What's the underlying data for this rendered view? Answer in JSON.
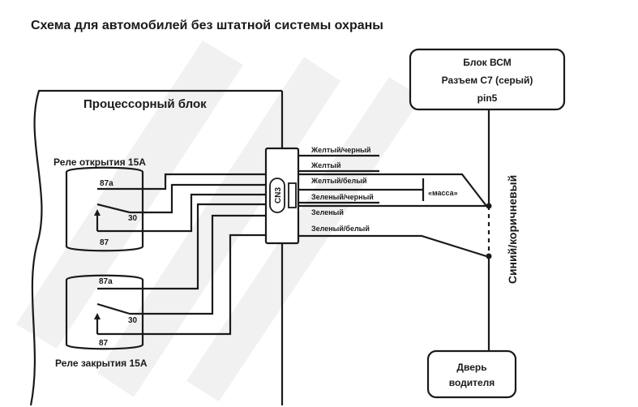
{
  "title": "Схема для автомобилей без штатной системы охраны",
  "processor_block": {
    "label": "Процессорный блок",
    "connector": "CN3"
  },
  "relay_open": {
    "label": "Реле открытия 15А",
    "pin_87a": "87а",
    "pin_30": "30",
    "pin_87": "87"
  },
  "relay_close": {
    "label": "Реле закрытия 15А",
    "pin_87a": "87а",
    "pin_30": "30",
    "pin_87": "87"
  },
  "wires": [
    "Желтый/черный",
    "Желтый",
    "Желтый/белый",
    "Зеленый/черный",
    "Зеленый",
    "Зеленый/белый"
  ],
  "ground_label": "«масса»",
  "bcm": {
    "line1": "Блок ВСМ",
    "line2": "Разъем С7 (серый)",
    "line3": "pin5"
  },
  "vertical_wire_label": "Синий/коричневый",
  "door": {
    "line1": "Дверь",
    "line2": "водителя"
  },
  "colors": {
    "line": "#1a1a1a",
    "watermark": "#ececec"
  }
}
